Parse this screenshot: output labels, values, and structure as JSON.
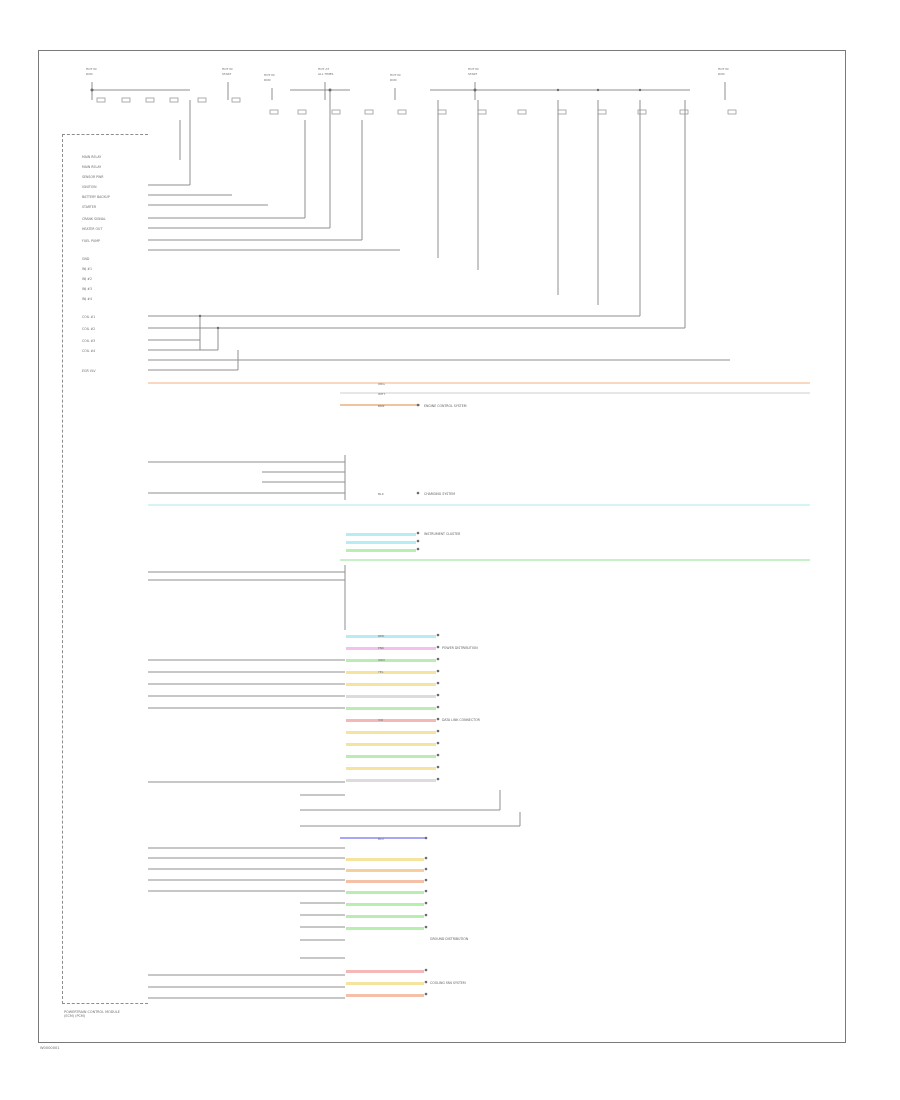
{
  "diagram": {
    "module_label": [
      "POWERTRAIN CONTROL MODULE",
      "(ECM) (PCM)"
    ],
    "diagram_code": "W0000001",
    "fuses_top": [
      {
        "t1": "HOT IN",
        "t2": "RUN"
      },
      {
        "t1": "HOT IN",
        "t2": "START"
      },
      {
        "t1": "HOT AT",
        "t2": "ALL TIMES"
      },
      {
        "t1": "HOT IN",
        "t2": "RUN"
      },
      {
        "t1": "HOT IN",
        "t2": "START"
      },
      {
        "t1": "HOT IN",
        "t2": "RUN"
      },
      {
        "t1": "HOT IN",
        "t2": "RUN"
      }
    ],
    "left_pins_top": [
      "MAIN RELAY",
      "MAIN RELAY",
      "SENSOR PWR",
      "IGNITION",
      "BATTERY BACKUP",
      "STARTER",
      "CRANK SIGNAL",
      "HEATER OUT",
      "FUEL PUMP"
    ],
    "left_pins_mid": [
      "GND",
      "INJ #1",
      "INJ #2",
      "INJ #3",
      "INJ #4",
      "COIL #1",
      "COIL #2",
      "COIL #3",
      "COIL #4",
      "EGR VLV"
    ],
    "wire_colors": [
      "ORG",
      "WHT",
      "BRN",
      "BLK",
      "RED",
      "PNK",
      "GRN",
      "YEL",
      "VIO",
      "BLU"
    ],
    "destinations": [
      "ENGINE CONTROL SYSTEM",
      "CHARGING SYSTEM",
      "INSTRUMENT CLUSTER",
      "POWER DISTRIBUTION",
      "DATA LINK CONNECTOR",
      "GROUND DISTRIBUTION",
      "COOLING FAN SYSTEM"
    ]
  }
}
